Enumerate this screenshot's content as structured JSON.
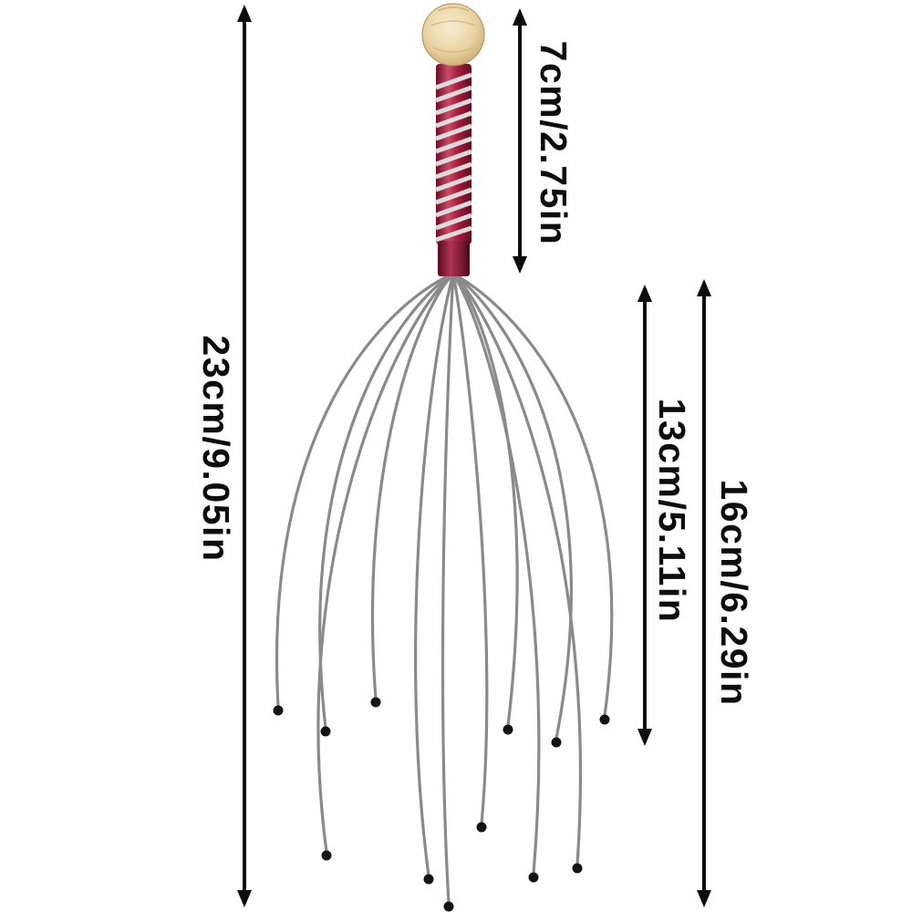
{
  "diagram": {
    "product": "wire-scalp-head-massager",
    "dimensions": {
      "overall": "23cm/9.05in",
      "handle": "7cm/2.75in",
      "inner": "13cm/5.11in",
      "outer": "16cm/6.29in"
    },
    "colors": {
      "handle_red": "#a81f3f",
      "collar_red": "#8e1230",
      "wood_ball": "#e9d6a8",
      "wire_gray": "#8a8a8a",
      "tip_black": "#141414",
      "arrow_black": "#0d0d0d"
    }
  }
}
